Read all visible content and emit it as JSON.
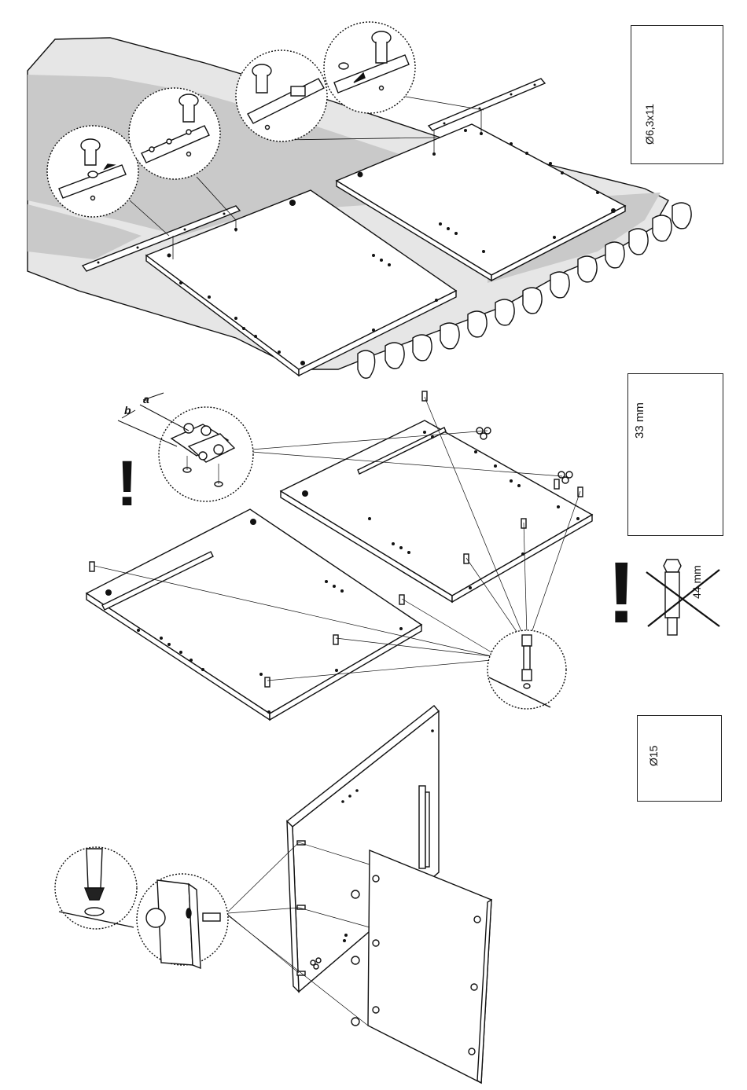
{
  "parts": {
    "slide_screw": {
      "label": "Ø6,3x11"
    },
    "dowel_33": {
      "label": "33 mm"
    },
    "dowel_44": {
      "label": "44 mm"
    },
    "cam_lock": {
      "label": "Ø15"
    }
  },
  "dimensions": {
    "a": "a",
    "b": "b"
  },
  "warnings": {
    "mark": "!"
  },
  "colors": {
    "line": "#111111",
    "carpet": "#c9c9c9",
    "panel": "#ffffff"
  }
}
